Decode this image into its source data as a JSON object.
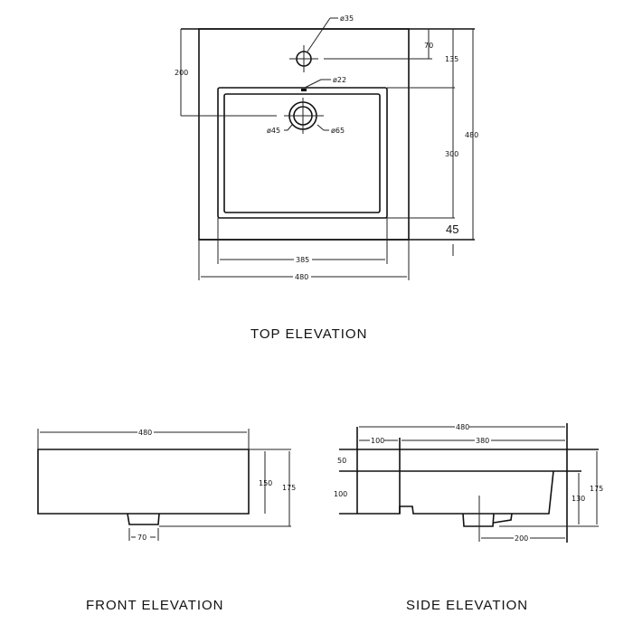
{
  "top": {
    "title": "TOP  ELEVATION",
    "d_tap": "ø35",
    "d_overflow": "ø22",
    "d_waste_inner": "ø45",
    "d_waste_outer": "ø65",
    "dim_70": "70",
    "dim_135": "135",
    "dim_200": "200",
    "dim_300": "300",
    "dim_480_h": "480",
    "dim_45": "45",
    "dim_385": "385",
    "dim_480_w": "480"
  },
  "front": {
    "title": "FRONT  ELEVATION",
    "dim_480": "480",
    "dim_150": "150",
    "dim_175": "175",
    "dim_70": "70"
  },
  "side": {
    "title": "SIDE  ELEVATION",
    "dim_480": "480",
    "dim_100": "100",
    "dim_380": "380",
    "dim_50": "50",
    "dim_100_v": "100",
    "dim_130": "130",
    "dim_175": "175",
    "dim_200": "200"
  }
}
